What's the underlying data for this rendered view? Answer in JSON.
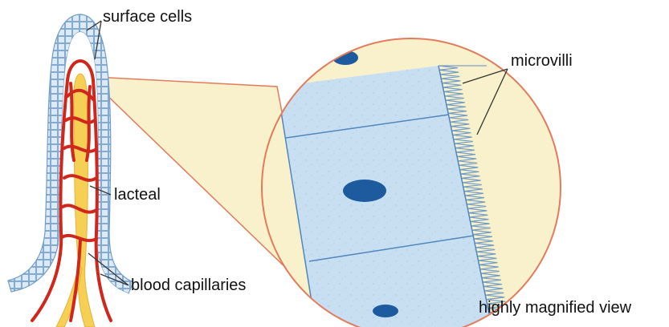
{
  "labels": {
    "surface_cells": "surface cells",
    "microvilli": "microvilli",
    "lacteal": "lacteal",
    "blood_capillaries": "blood capillaries",
    "magnified_view": "highly magnified view"
  },
  "colors": {
    "villus_cells": "#a9c8e6",
    "villus_cell_outline": "#7aa3cc",
    "blood_vessel": "#d0271d",
    "lacteal": "#f6cf55",
    "magnifier_fill": "#f9f1cc",
    "magnifier_outline": "#e27b5c",
    "cell_fill": "#c5ddf1",
    "cell_border": "#5a8dc0",
    "nucleus": "#1e5a9e"
  }
}
